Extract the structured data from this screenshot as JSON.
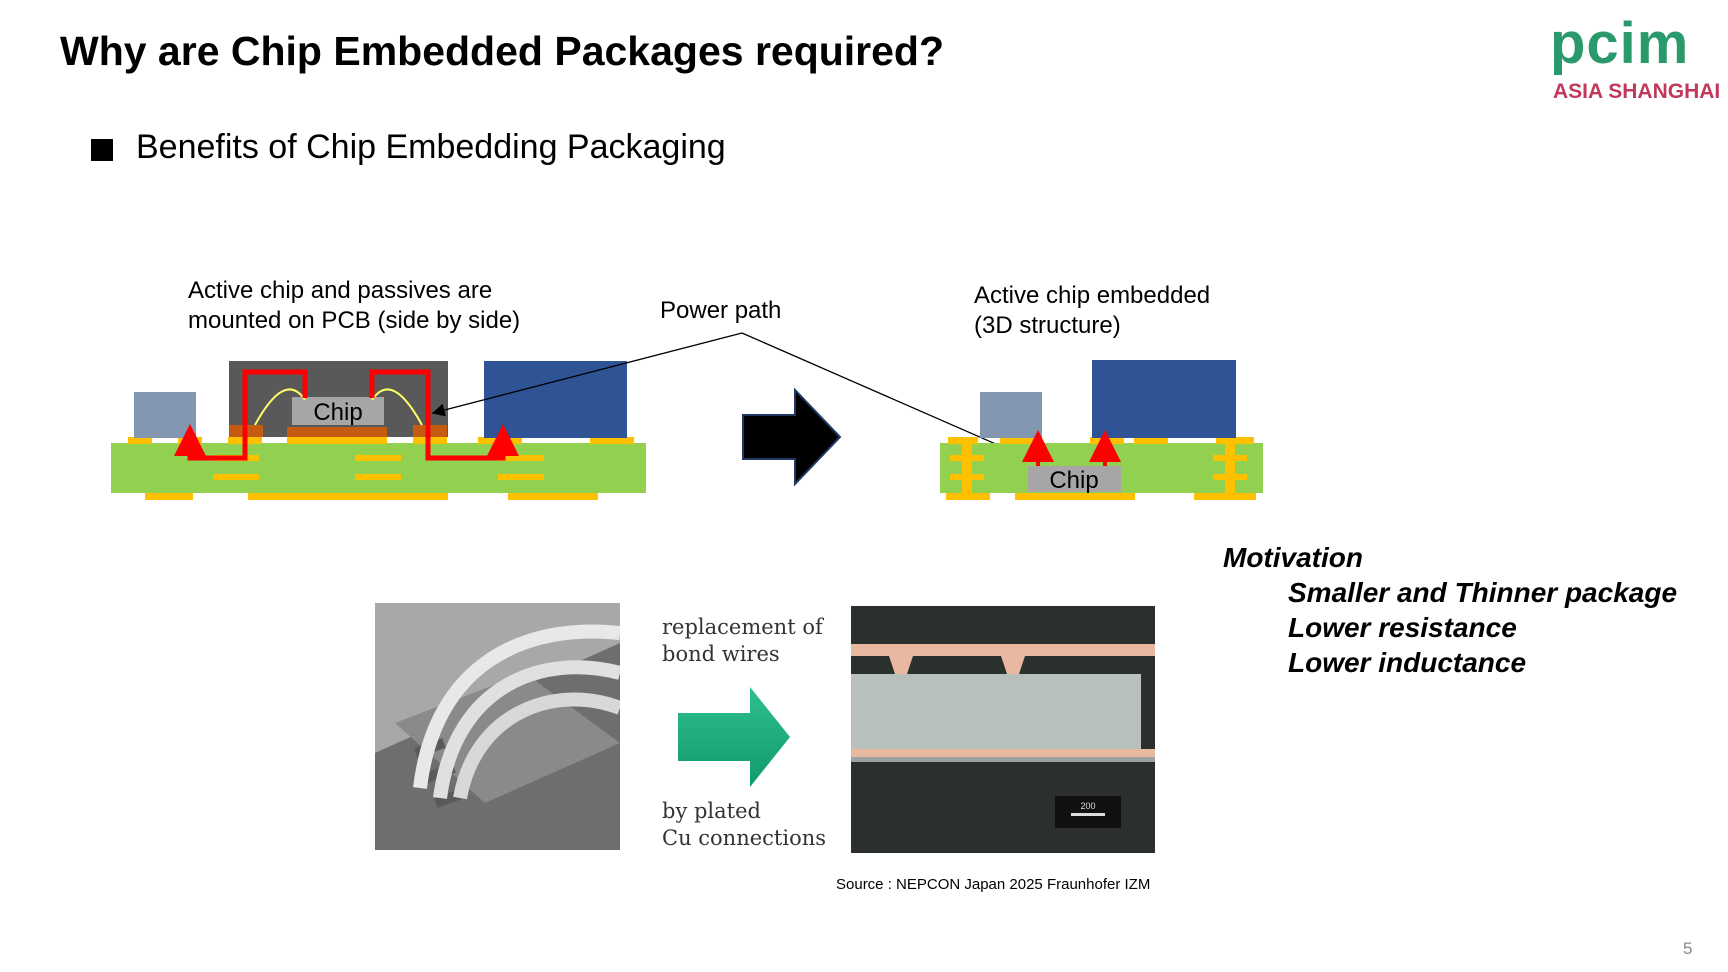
{
  "slide": {
    "title": "Why are Chip Embedded Packages required?",
    "bullet": "Benefits of Chip Embedding Packaging",
    "page_number": "5"
  },
  "logo": {
    "word": "pcim",
    "subtitle": "ASIA SHANGHAI"
  },
  "diagram": {
    "left_caption_line1": "Active chip and passives are",
    "left_caption_line2": "mounted on PCB (side by side)",
    "power_path_label": "Power path",
    "right_caption_line1": "Active chip embedded",
    "right_caption_line2": "(3D structure)",
    "chip_label": "Chip"
  },
  "photos": {
    "text_top_line1": "replacement of",
    "text_top_line2": "bond wires",
    "text_bottom_line1": "by plated",
    "text_bottom_line2": "Cu connections",
    "scale_bar_label": "200"
  },
  "motivation": {
    "heading": "Motivation",
    "items": [
      "Smaller and Thinner package",
      "Lower resistance",
      "Lower inductance"
    ]
  },
  "source": "Source : NEPCON Japan 2025 Fraunhofer IZM",
  "colors": {
    "pcb_green": "#92d050",
    "pad_gold": "#ffc000",
    "passive_blue": "#2f5496",
    "small_component": "#8497b0",
    "power_path_red": "#ff0000",
    "logo_green": "#2a9a6d",
    "logo_pink": "#c23a5b"
  }
}
